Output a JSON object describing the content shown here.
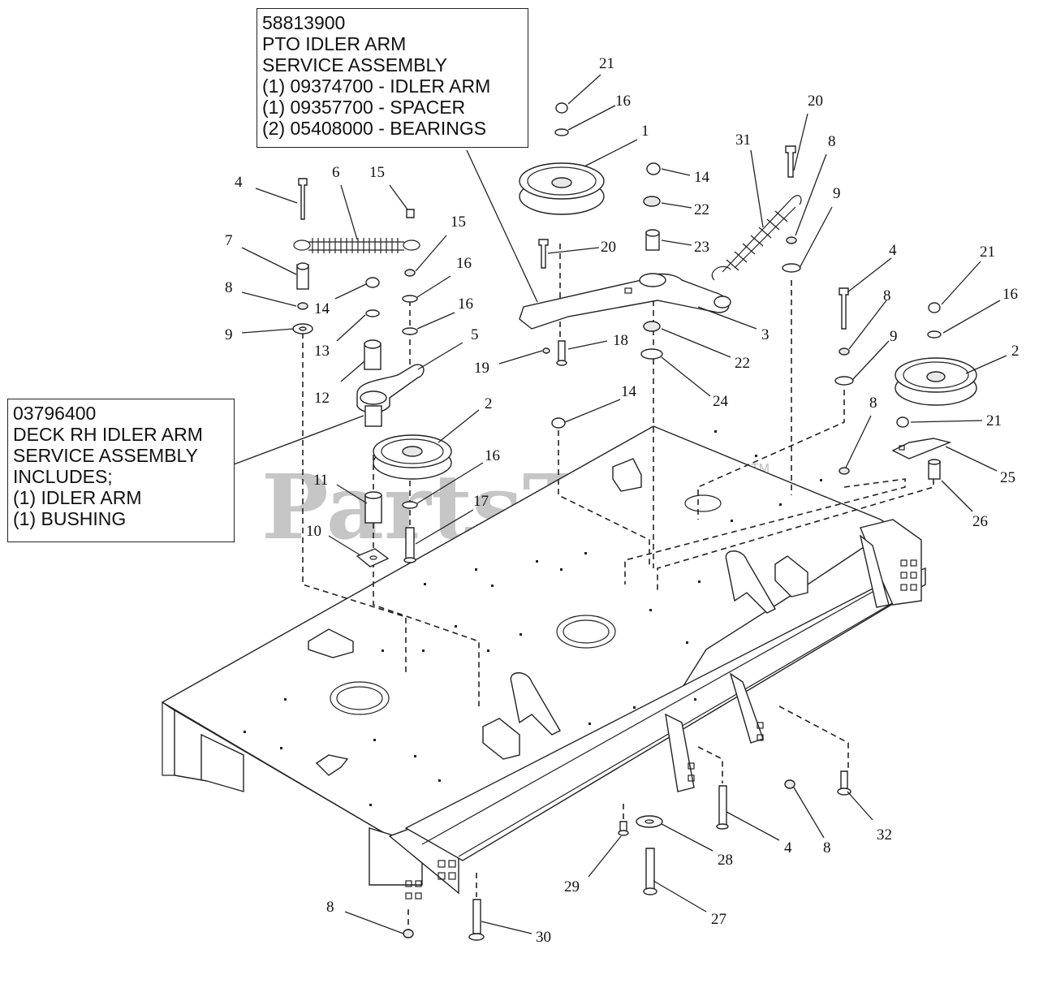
{
  "watermark": {
    "text": "PartsTree",
    "tm": "TM"
  },
  "assembly_pto": {
    "lines": [
      "58813900",
      "PTO IDLER ARM",
      "SERVICE ASSEMBLY",
      "(1) 09374700 - IDLER ARM",
      "(1) 09357700 - SPACER",
      "(2) 05408000 - BEARINGS"
    ]
  },
  "assembly_rh": {
    "lines": [
      "03796400",
      "DECK RH IDLER ARM",
      "SERVICE ASSEMBLY",
      "INCLUDES;",
      "(1) IDLER ARM",
      "(1)  BUSHING"
    ]
  },
  "callouts": [
    {
      "label": "21"
    },
    {
      "label": "16"
    },
    {
      "label": "1"
    },
    {
      "label": "14"
    },
    {
      "label": "22"
    },
    {
      "label": "23"
    },
    {
      "label": "20"
    },
    {
      "label": "3"
    },
    {
      "label": "22"
    },
    {
      "label": "24"
    },
    {
      "label": "18"
    },
    {
      "label": "19"
    },
    {
      "label": "20"
    },
    {
      "label": "31"
    },
    {
      "label": "8"
    },
    {
      "label": "9"
    },
    {
      "label": "4"
    },
    {
      "label": "8"
    },
    {
      "label": "9"
    },
    {
      "label": "21"
    },
    {
      "label": "16"
    },
    {
      "label": "2"
    },
    {
      "label": "21"
    },
    {
      "label": "25"
    },
    {
      "label": "26"
    },
    {
      "label": "8"
    },
    {
      "label": "4"
    },
    {
      "label": "6"
    },
    {
      "label": "15"
    },
    {
      "label": "15"
    },
    {
      "label": "16"
    },
    {
      "label": "16"
    },
    {
      "label": "7"
    },
    {
      "label": "8"
    },
    {
      "label": "9"
    },
    {
      "label": "14"
    },
    {
      "label": "13"
    },
    {
      "label": "12"
    },
    {
      "label": "5"
    },
    {
      "label": "2"
    },
    {
      "label": "16"
    },
    {
      "label": "17"
    },
    {
      "label": "11"
    },
    {
      "label": "10"
    },
    {
      "label": "14"
    },
    {
      "label": "4"
    },
    {
      "label": "8"
    },
    {
      "label": "32"
    },
    {
      "label": "28"
    },
    {
      "label": "29"
    },
    {
      "label": "27"
    },
    {
      "label": "8"
    },
    {
      "label": "30"
    }
  ]
}
